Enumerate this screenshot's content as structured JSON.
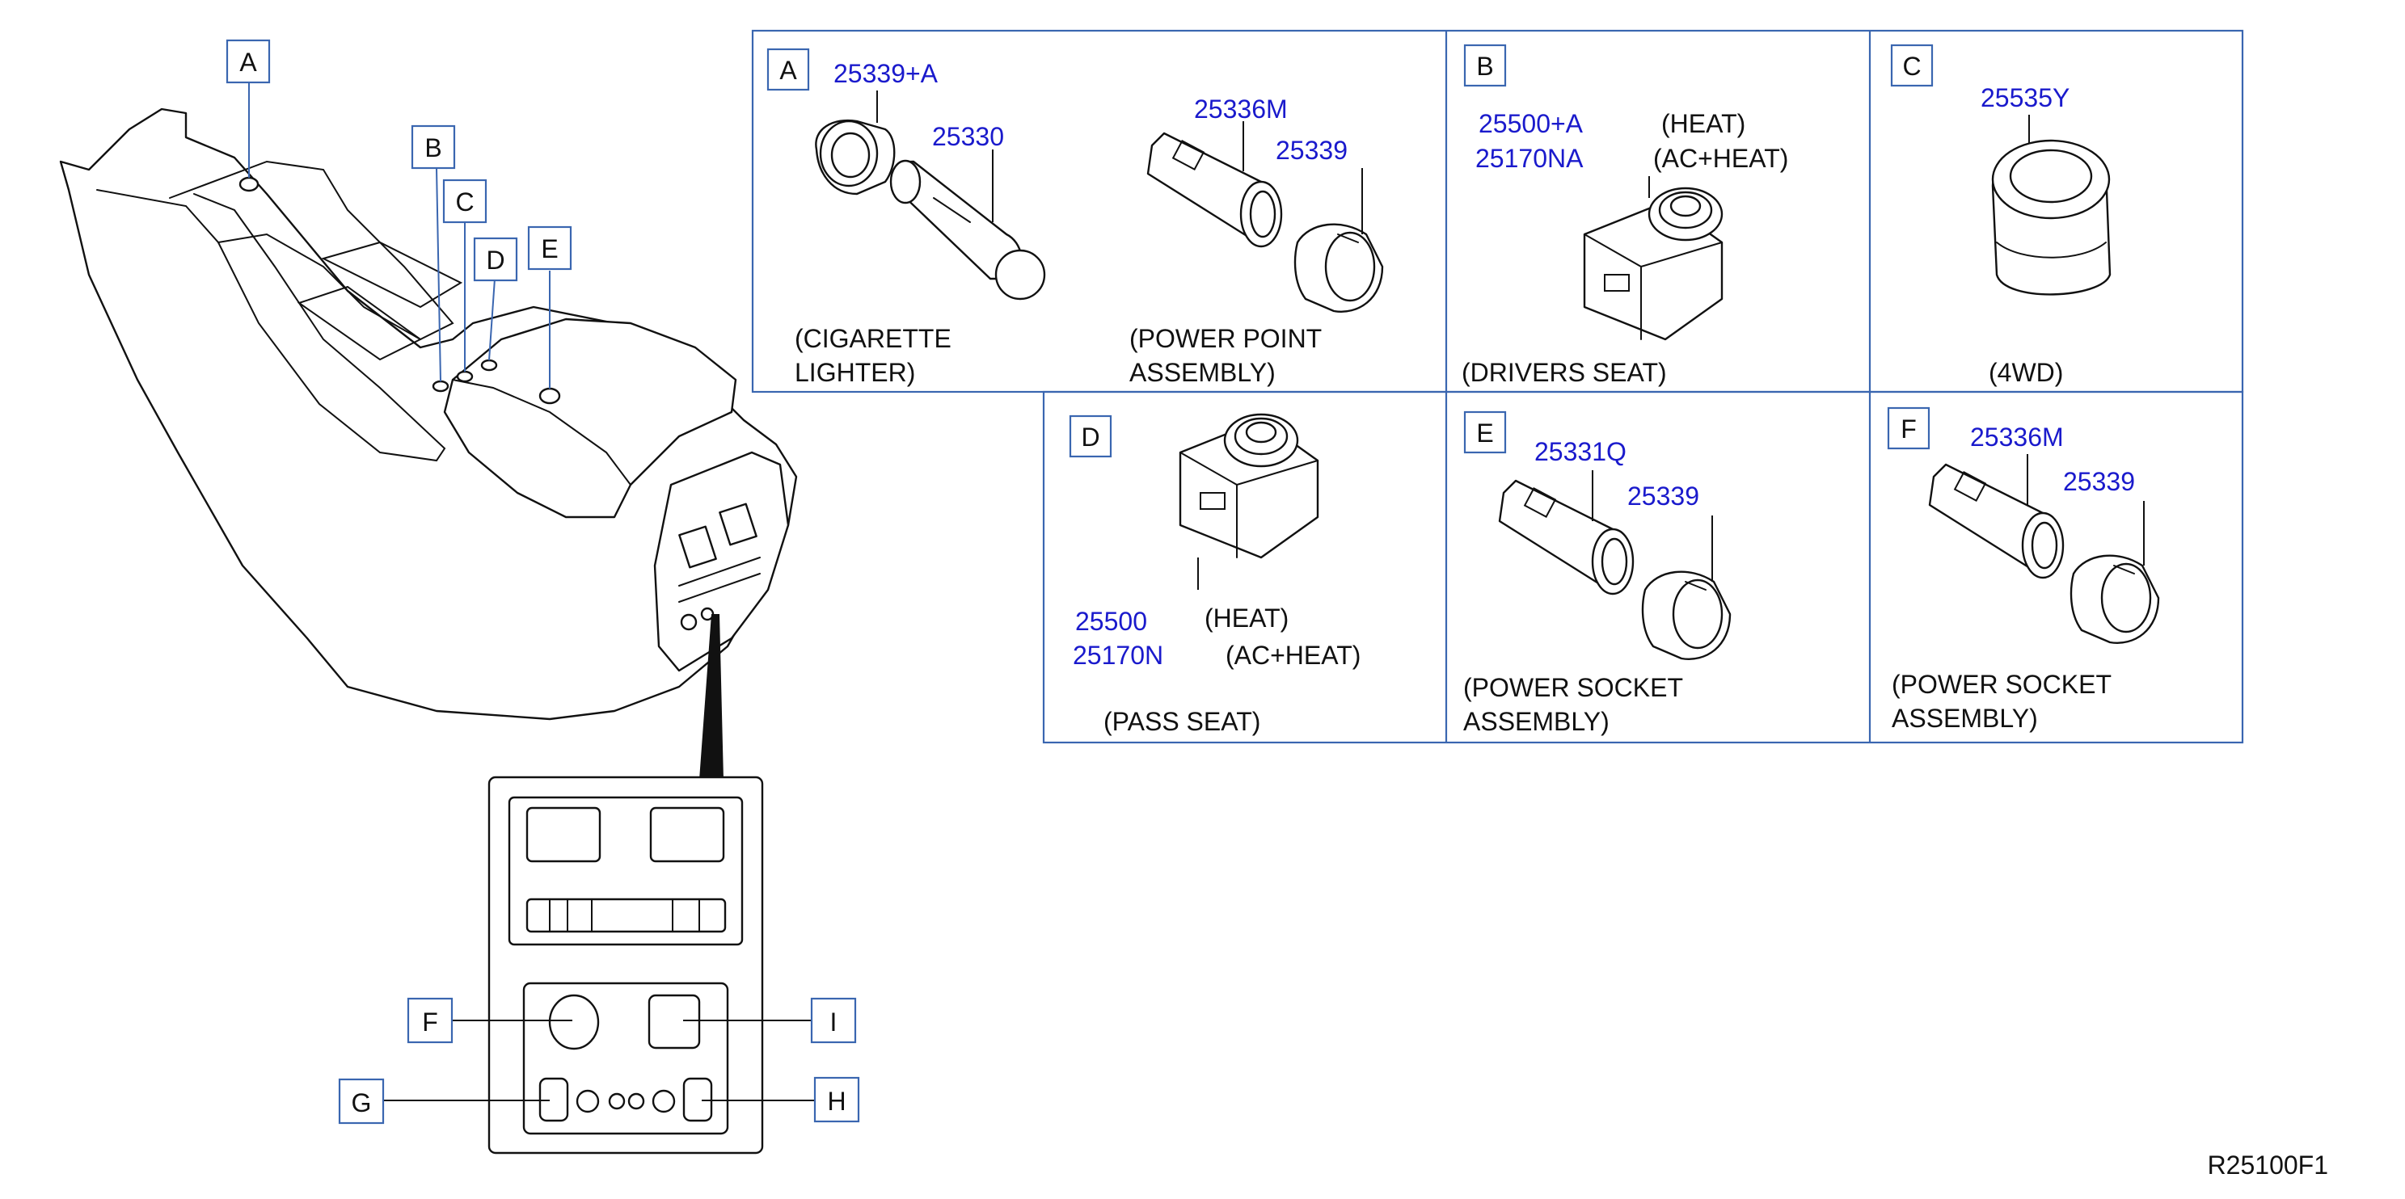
{
  "letters": {
    "A": "A",
    "B": "B",
    "C": "C",
    "D": "D",
    "E": "E",
    "F": "F",
    "G": "G",
    "H": "H",
    "I": "I"
  },
  "panels": {
    "A": {
      "pn1": "25339+A",
      "pn2": "25330",
      "pn3": "25336M",
      "pn4": "25339",
      "cap1a": "(CIGARETTE",
      "cap1b": "LIGHTER)",
      "cap2a": "(POWER  POINT",
      "cap2b": "ASSEMBLY)"
    },
    "B": {
      "pn1": "25500+A",
      "note1": "(HEAT)",
      "pn2": "25170NA",
      "note2": "(AC+HEAT)",
      "cap": "(DRIVERS  SEAT)"
    },
    "C": {
      "pn1": "25535Y",
      "cap": "(4WD)"
    },
    "D": {
      "pn1": "25500",
      "note1": "(HEAT)",
      "pn2": "25170N",
      "note2": "(AC+HEAT)",
      "cap": "(PASS  SEAT)"
    },
    "E": {
      "pn1": "25331Q",
      "pn2": "25339",
      "cap1": "(POWER  SOCKET",
      "cap2": "ASSEMBLY)"
    },
    "F": {
      "pn1": "25336M",
      "pn2": "25339",
      "cap1": "(POWER  SOCKET",
      "cap2": "ASSEMBLY)"
    }
  },
  "ref_code": "R25100F1",
  "colors": {
    "part_number": "#1a1acc",
    "frame": "#3a66b0",
    "ink": "#111111"
  }
}
